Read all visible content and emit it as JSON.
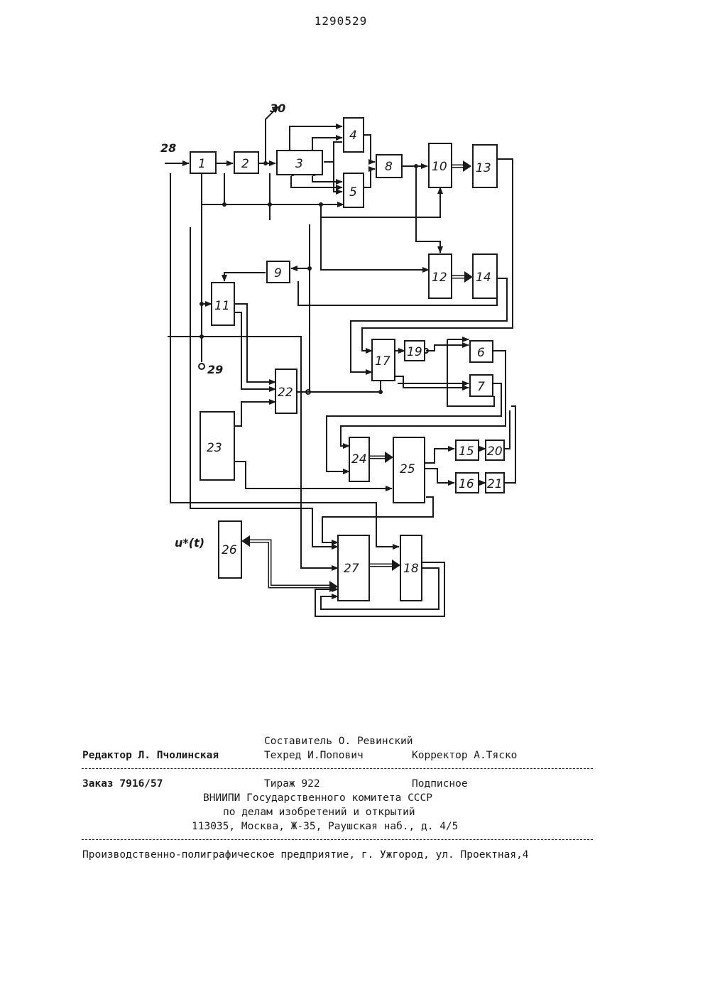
{
  "page": {
    "number": "1290529"
  },
  "diagram": {
    "blocks": [
      {
        "id": "b1",
        "label": "1"
      },
      {
        "id": "b2",
        "label": "2"
      },
      {
        "id": "b3",
        "label": "3"
      },
      {
        "id": "b4",
        "label": "4"
      },
      {
        "id": "b5",
        "label": "5"
      },
      {
        "id": "b6",
        "label": "6"
      },
      {
        "id": "b7",
        "label": "7"
      },
      {
        "id": "b8",
        "label": "8"
      },
      {
        "id": "b9",
        "label": "9"
      },
      {
        "id": "b10",
        "label": "10"
      },
      {
        "id": "b11",
        "label": "11"
      },
      {
        "id": "b12",
        "label": "12"
      },
      {
        "id": "b13",
        "label": "13"
      },
      {
        "id": "b14",
        "label": "14"
      },
      {
        "id": "b15",
        "label": "15"
      },
      {
        "id": "b16",
        "label": "16"
      },
      {
        "id": "b17",
        "label": "17"
      },
      {
        "id": "b18",
        "label": "18"
      },
      {
        "id": "b19",
        "label": "19"
      },
      {
        "id": "b20",
        "label": "20"
      },
      {
        "id": "b21",
        "label": "21"
      },
      {
        "id": "b22",
        "label": "22"
      },
      {
        "id": "b23",
        "label": "23"
      },
      {
        "id": "b24",
        "label": "24"
      },
      {
        "id": "b25",
        "label": "25"
      },
      {
        "id": "b26",
        "label": "26"
      },
      {
        "id": "b27",
        "label": "27"
      }
    ],
    "terminals": {
      "input": "28",
      "output": "30",
      "control": "29",
      "signal": "u*(t)"
    }
  },
  "imprint": {
    "compiler": "Составитель О. Ревинский",
    "editor": "Редактор Л. Пчолинская",
    "tech_editor": "Техред И.Попович",
    "proofreader": "Корректор А.Тяско",
    "order": "Заказ 7916/57",
    "circulation": "Тираж 922",
    "subscription": "Подписное",
    "org_line1": "ВНИИПИ Государственного комитета СССР",
    "org_line2": "по делам изобретений и открытий",
    "org_address": "113035, Москва, Ж-35, Раушская наб., д. 4/5",
    "printer": "Производственно-полиграфическое предприятие, г. Ужгород, ул. Проектная,4"
  }
}
